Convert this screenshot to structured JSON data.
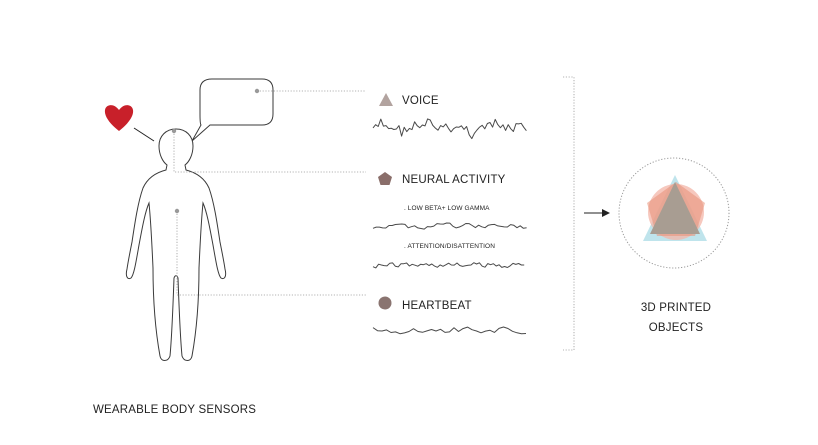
{
  "labels": {
    "wearable_sensors": "WEARABLE BODY SENSORS",
    "output_line1": "3D PRINTED",
    "output_line2": "OBJECTS"
  },
  "signals": [
    {
      "id": "voice",
      "label": "VOICE",
      "shape": "triangle",
      "color": "#b2a39f",
      "waves": [
        {
          "sublabel": ""
        }
      ]
    },
    {
      "id": "neural",
      "label": "NEURAL ACTIVITY",
      "shape": "pentagon",
      "color": "#8a6e6a",
      "waves": [
        {
          "sublabel": ". LOW BETA+ LOW GAMMA"
        },
        {
          "sublabel": ". ATTENTION/DISATTENTION"
        }
      ]
    },
    {
      "id": "heartbeat",
      "label": "HEARTBEAT",
      "shape": "circle",
      "color": "#8a7470",
      "waves": [
        {
          "sublabel": ""
        }
      ]
    }
  ],
  "colors": {
    "heart": "#c8202a",
    "output_triangle": "#a9dbe6",
    "output_circle": "#f3b6a8",
    "output_pentagon": "#e88f76",
    "output_center": "#a89d92"
  },
  "icons": [
    "heart-icon",
    "speech-bubble-icon",
    "human-figure-icon",
    "arrow-right-icon"
  ]
}
